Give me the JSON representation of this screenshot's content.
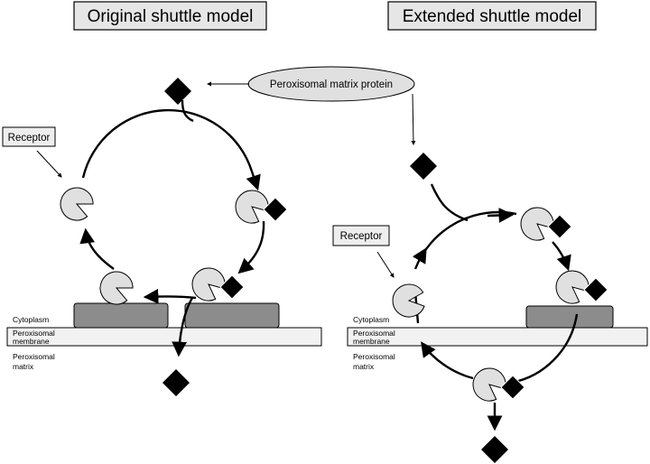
{
  "panels": {
    "left_title": "Original shuttle model",
    "right_title": "Extended shuttle model"
  },
  "labels": {
    "matrix_protein": "Peroxisomal matrix protein",
    "receptor_left": "Receptor",
    "receptor_right": "Receptor",
    "cytoplasm": "Cytoplasm",
    "membrane_line1": "Peroxisomal",
    "membrane_line2": "membrane",
    "matrix_line1": "Peroxisomal",
    "matrix_line2": "matrix"
  }
}
